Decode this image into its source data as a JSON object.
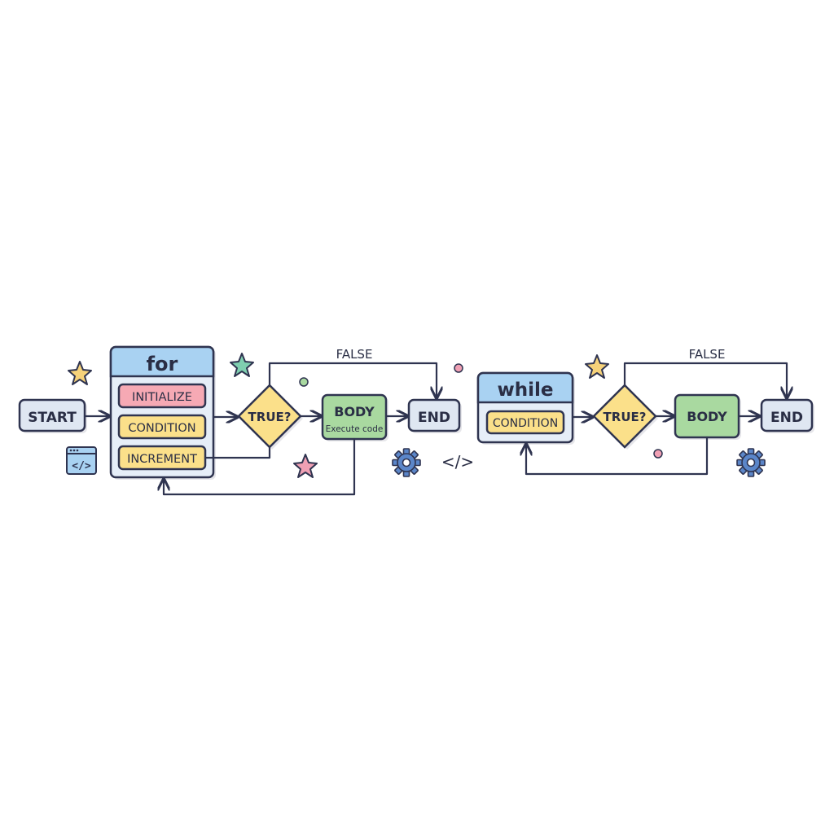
{
  "for_loop": {
    "start": "START",
    "header": "for",
    "initialize": "INITIALIZE",
    "condition": "CONDITION",
    "increment": "INCREMENT",
    "decision": "TRUE?",
    "body_title": "BODY",
    "body_sub": "Execute code",
    "end": "END",
    "false_label": "FALSE"
  },
  "while_loop": {
    "header": "while",
    "condition": "CONDITION",
    "decision": "TRUE?",
    "body_title": "BODY",
    "end": "END",
    "false_label": "FALSE"
  },
  "center_code_symbol": "</>",
  "icons": {
    "code_window": "code-window-icon",
    "gear": "gear-icon",
    "star": "star-icon"
  },
  "colors": {
    "outline": "#2f3450",
    "start_end": "#dfe7f2",
    "header_blue": "#a9d2f2",
    "panel_bg": "#e6eef8",
    "initialize_pink": "#f6a9b4",
    "condition_yellow": "#fbe08a",
    "decision_yellow": "#fbe08a",
    "body_green": "#a9d9a0",
    "star_yellow": "#f6d27a",
    "star_green": "#7fcfb0",
    "star_pink": "#f0a0b4",
    "gear_blue": "#5b86c9"
  }
}
